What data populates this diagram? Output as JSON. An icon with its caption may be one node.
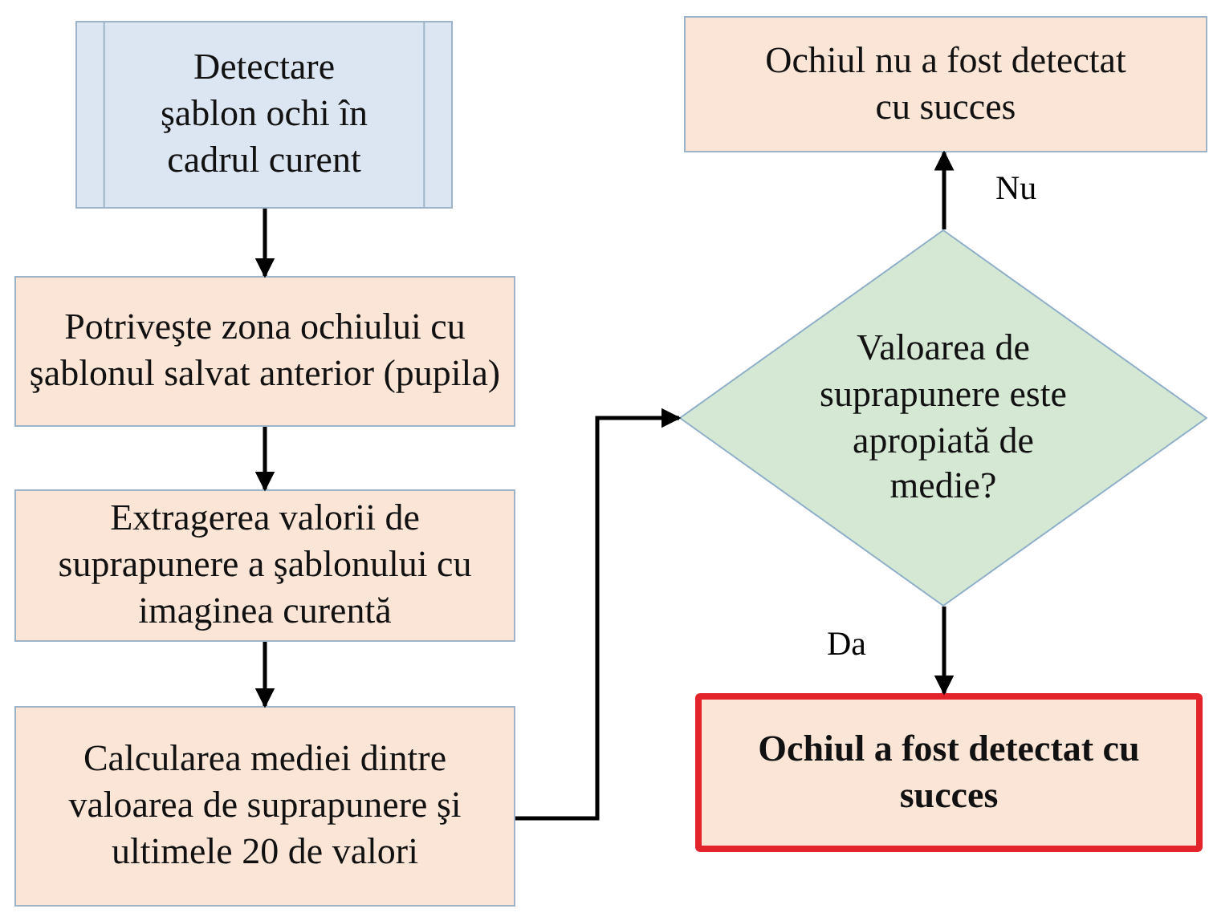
{
  "diagram": {
    "nodes": [
      {
        "text": [
          "Detectare şablon ochi în cadrul curent"
        ]
      },
      {
        "text": [
          "Potriveşte zona ochiului cu şablonul salvat anterior (pupila)"
        ]
      },
      {
        "text": [
          "Extragerea valorii de suprapunere a şablonului cu imaginea curentă"
        ]
      },
      {
        "text": [
          "Calcularea mediei dintre valoarea de suprapunere şi ultimele 20 de valori"
        ]
      },
      {
        "text": [
          "Ochiul nu a fost detectat cu succes"
        ]
      },
      {
        "text": [
          "Valoarea de suprapunere este apropiată de medie?"
        ]
      },
      {
        "text": [
          "Ochiul a fost detectat cu succes"
        ]
      }
    ],
    "edges": [
      {
        "from": 0,
        "to": 1,
        "arrow": "to"
      },
      {
        "from": 1,
        "to": 2,
        "arrow": "to"
      },
      {
        "from": 2,
        "to": 3,
        "arrow": "to"
      },
      {
        "from": 3,
        "to": 5,
        "arrow": "to"
      },
      {
        "from": 5,
        "to": 4,
        "arrow": "to",
        "label": "Nu"
      },
      {
        "from": 5,
        "to": 6,
        "arrow": "to",
        "label": "Da"
      }
    ]
  }
}
